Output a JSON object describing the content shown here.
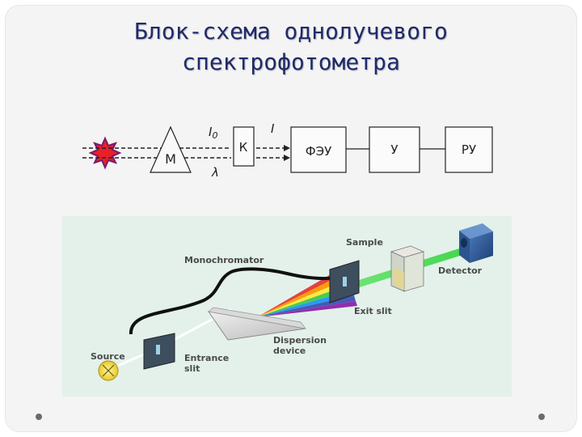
{
  "slide": {
    "title_line1": "Блок-схема однолучевого",
    "title_line2": "спектрофотометра"
  },
  "block_diagram": {
    "monochromator_label": "М",
    "i0_label": "I",
    "i0_subscript": "0",
    "lambda_label": "λ",
    "cuvette_label": "К",
    "i_label": "I",
    "pmt_label": "ФЭУ",
    "amplifier_label": "У",
    "recorder_label": "РУ"
  },
  "illustration": {
    "background_color": "#e3f1ea",
    "labels": {
      "monochromator": "Monochromator",
      "sample": "Sample",
      "detector": "Detector",
      "exit_slit": "Exit slit",
      "dispersion_line1": "Dispersion",
      "dispersion_line2": "device",
      "source": "Source",
      "entrance_line1": "Entrance",
      "entrance_line2": "slit"
    }
  },
  "colors": {
    "title": "#1f2a6a",
    "lamp": "#e8202a",
    "block_fill": "#fbfbfb",
    "line": "#222222"
  }
}
